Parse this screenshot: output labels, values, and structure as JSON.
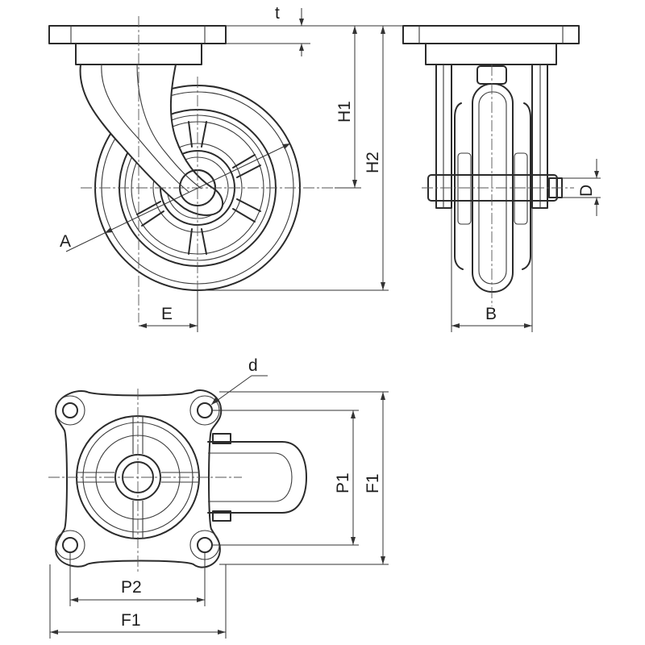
{
  "labels": {
    "t": "t",
    "h1": "H1",
    "h2": "H2",
    "a": "A",
    "e": "E",
    "b": "B",
    "d_upper": "D",
    "d_lower": "d",
    "p1": "P1",
    "f1_vertical": "F1",
    "p2": "P2",
    "f1_horizontal": "F1"
  },
  "colors": {
    "line": "#2b2b2b",
    "background": "#ffffff"
  }
}
